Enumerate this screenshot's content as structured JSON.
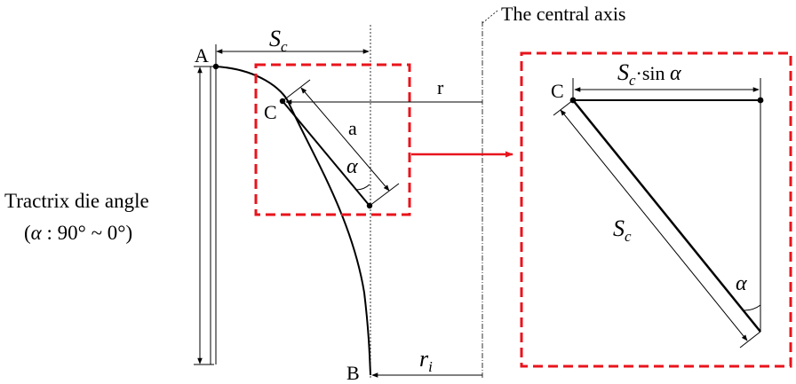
{
  "labels": {
    "point_a": "A",
    "point_b": "B",
    "point_c": "C",
    "point_c_zoom": "C",
    "central_axis": "The central axis",
    "sc_symbol": "S",
    "sc_subscript": "c",
    "sin_text": "·sin ",
    "alpha": "α",
    "radius_r": "r",
    "radius_ri_main": "r",
    "radius_ri_sub": "i",
    "length_a": "a",
    "angle_title": "Tractrix die angle",
    "angle_range_open": "(",
    "angle_range_rest": " : 90° ~ 0°)"
  },
  "colors": {
    "line": "#000000",
    "highlight": "#e8141c"
  }
}
